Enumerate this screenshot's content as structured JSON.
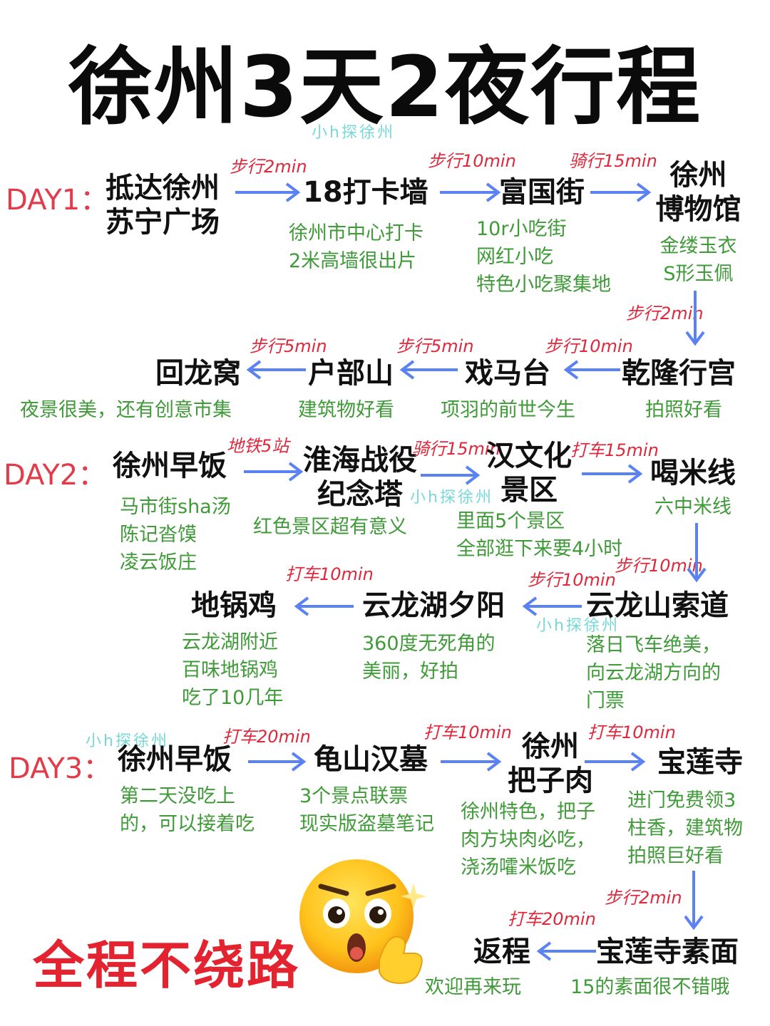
{
  "title": "徐州3天2夜行程",
  "watermark": "小h探徐州",
  "colors": {
    "title": "#0b0b0b",
    "day": "#e23b4a",
    "transport": "#e0283c",
    "note": "#3f9a38",
    "arrow": "#5b82f2",
    "slogan": "#e3232f",
    "watermark": "#5fd3d3"
  },
  "days": [
    {
      "label": "DAY1：",
      "stops": [
        {
          "name": "抵达徐州\n苏宁广场",
          "notes": ""
        },
        {
          "name": "18打卡墙",
          "notes": "徐州市中心打卡\n2米高墙很出片"
        },
        {
          "name": "富国街",
          "notes": "10r小吃街\n网红小吃\n特色小吃聚集地"
        },
        {
          "name": "徐州\n博物馆",
          "notes": "金缕玉衣\nS形玉佩"
        },
        {
          "name": "乾隆行宫",
          "notes": "拍照好看"
        },
        {
          "name": "戏马台",
          "notes": "项羽的前世今生"
        },
        {
          "name": "户部山",
          "notes": "建筑物好看"
        },
        {
          "name": "回龙窝",
          "notes": "夜景很美，还有创意市集"
        }
      ],
      "transports": [
        "步行2min",
        "步行10min",
        "骑行15min",
        "步行2min",
        "步行10min",
        "步行5min",
        "步行5min"
      ]
    },
    {
      "label": "DAY2：",
      "stops": [
        {
          "name": "徐州早饭",
          "notes": "马市街sha汤\n陈记沓馍\n凌云饭庄"
        },
        {
          "name": "淮海战役\n纪念塔",
          "notes": "红色景区超有意义"
        },
        {
          "name": "汉文化\n景区",
          "notes": "里面5个景区\n全部逛下来要4小时"
        },
        {
          "name": "喝米线",
          "notes": "六中米线"
        },
        {
          "name": "云龙山索道",
          "notes": "落日飞车绝美，\n向云龙湖方向的\n门票"
        },
        {
          "name": "云龙湖夕阳",
          "notes": "360度无死角的\n美丽，好拍"
        },
        {
          "name": "地锅鸡",
          "notes": "云龙湖附近\n百味地锅鸡\n吃了10几年"
        }
      ],
      "transports": [
        "地铁5站",
        "骑行15min",
        "打车15min",
        "步行10min",
        "步行10min",
        "打车10min"
      ]
    },
    {
      "label": "DAY3：",
      "stops": [
        {
          "name": "徐州早饭",
          "notes": "第二天没吃上\n的，可以接着吃"
        },
        {
          "name": "龟山汉墓",
          "notes": "3个景点联票\n现实版盗墓笔记"
        },
        {
          "name": "徐州\n把子肉",
          "notes": "徐州特色，把子\n肉方块肉必吃，\n浇汤嚯米饭吃"
        },
        {
          "name": "宝莲寺",
          "notes": "进门免费领3\n柱香，建筑物\n拍照巨好看"
        },
        {
          "name": "宝莲寺素面",
          "notes": "15的素面很不错哦"
        },
        {
          "name": "返程",
          "notes": "欢迎再来玩"
        }
      ],
      "transports": [
        "打车20min",
        "打车10min",
        "打车10min",
        "步行2min",
        "打车20min"
      ]
    }
  ],
  "slogan": "全程不绕路",
  "emoji_icon": "shocked-pointing-emoji"
}
